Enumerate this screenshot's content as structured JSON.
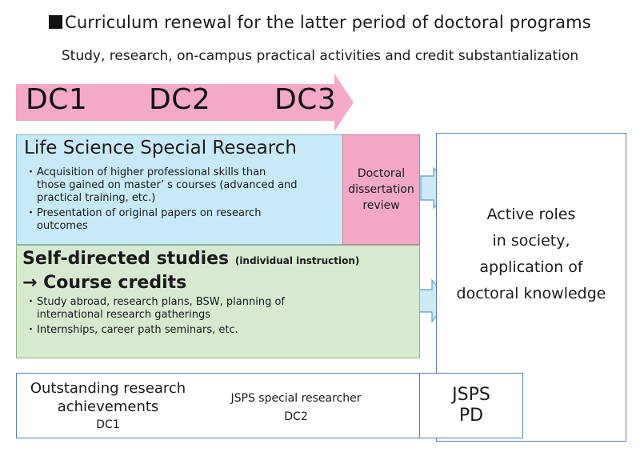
{
  "header": {
    "title": "Curriculum renewal for the latter period of doctoral programs",
    "subtitle": "Study, research, on-campus practical activities and credit substantialization"
  },
  "timeline": {
    "stages": [
      "DC1",
      "DC2",
      "DC3"
    ]
  },
  "life_science": {
    "title": "Life Science Special Research",
    "bullets": [
      "Acquisition of higher professional skills than those gained on master’ s courses (advanced and practical training, etc.)",
      "Presentation of original papers on research outcomes"
    ]
  },
  "review": {
    "label": "Doctoral dissertation review"
  },
  "self_directed": {
    "title_line1": "Self-directed studies",
    "title_note": "(individual instruction)",
    "title_line2": "→ Course credits",
    "bullets": [
      "Study abroad, research plans, BSW, planning of international research gatherings",
      "Internships, career path seminars, etc."
    ]
  },
  "outcome": {
    "line1": "Active roles",
    "line2": "in society,",
    "line3": "application of",
    "line4": "doctoral knowledge"
  },
  "outstanding": {
    "title_line1": "Outstanding research",
    "title_line2": "achievements",
    "stage": "DC1",
    "researcher": "JSPS special researcher",
    "researcher_stage": "DC2"
  },
  "jsps_pd": {
    "line1": "JSPS",
    "line2": "PD"
  },
  "colors": {
    "timeline_arrow": "#f4a9c8",
    "life_science_bg": "#c7e9f8",
    "review_bg": "#f2a8c6",
    "self_directed_bg": "#d7ead0",
    "pink_arrow": "#f5a0c4",
    "green_arrow": "#6cc24a",
    "cyan_arrow": "#45bde8",
    "light_blue_arrow": "#cde8f7"
  }
}
